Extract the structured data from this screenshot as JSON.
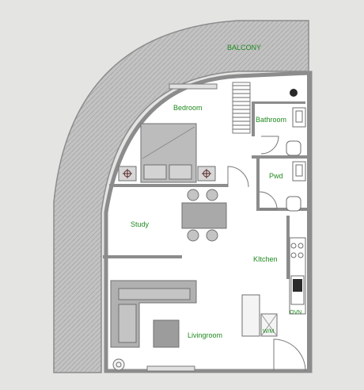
{
  "plan": {
    "colors": {
      "background": "#e4e5e3",
      "wall": "#8c8c8c",
      "floor": "#ffffff",
      "balcony": "#bdbdbd",
      "label": "#1f8a1f",
      "furniture": "#b3b3b3"
    },
    "rooms": {
      "balcony": "BALCONY",
      "bedroom": "Bedroom",
      "bathroom": "Bathroom",
      "pwd": "Pwd",
      "study": "Study",
      "kitchen": "KItchen",
      "livingroom": "Livingroom"
    },
    "appliances": {
      "washing_machine": "W/M",
      "oven": "OVN"
    }
  }
}
